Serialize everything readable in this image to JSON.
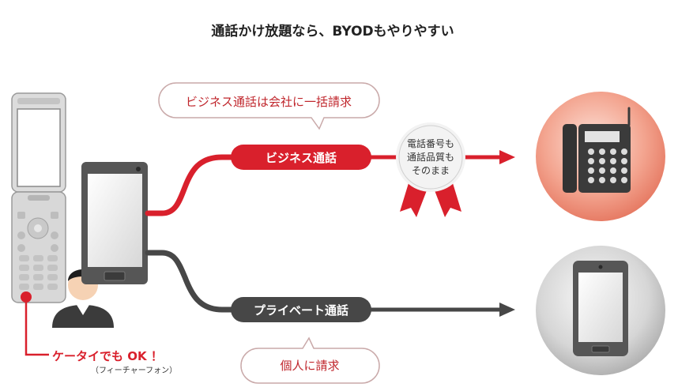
{
  "title": "通話かけ放題なら、BYODもやりやすい",
  "business": {
    "bubble": "ビジネス通話は会社に一括請求",
    "label": "ビジネス通話"
  },
  "private": {
    "label": "プライベート通話",
    "bubble": "個人に請求"
  },
  "badge": {
    "line1": "電話番号も",
    "line2": "通話品質も",
    "line3": "そのまま"
  },
  "feature_phone": {
    "label": "ケータイでも OK ！",
    "sub": "（フィーチャーフォン）"
  },
  "icons": {
    "flip_phone": "flip-phone-icon",
    "smartphone": "smartphone-icon",
    "user": "user-icon",
    "desk_phone": "desk-phone-icon",
    "mobile": "mobile-phone-icon",
    "ribbon": "ribbon-badge-icon"
  },
  "colors": {
    "accent_red": "#d9202c",
    "dark_gray": "#444444",
    "bubble_border": "#c9a9a9"
  }
}
